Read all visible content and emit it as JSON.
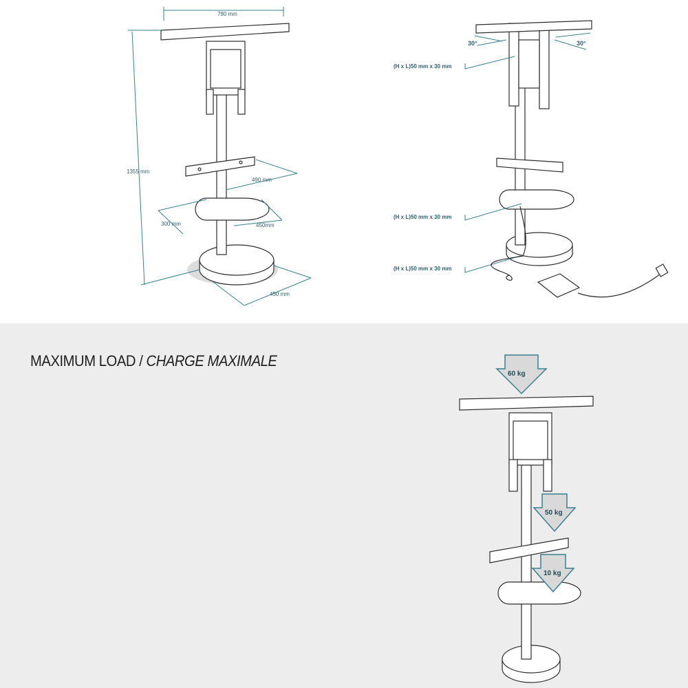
{
  "dimensions": {
    "width": "780 mm",
    "height": "1355 mm",
    "bracket_width": "490 mm",
    "shelf_depth": "300 mm",
    "shelf_width": "450mm",
    "base_width": "450 mm"
  },
  "tilt": {
    "left_angle": "30°",
    "right_angle": "30°"
  },
  "cable_specs": [
    "(H x L)50 mm x 30 mm",
    "(H x L)50 mm x 30 mm",
    "(H x L)50 mm x 30 mm"
  ],
  "load_section": {
    "title_main": "MAXIMUM LOAD",
    "title_separator": " / ",
    "title_italic": "CHARGE MAXIMALE",
    "loads": [
      "60 kg",
      "50 kg",
      "10 kg"
    ]
  },
  "colors": {
    "accent": "#3a7f8c",
    "arrow_fill": "#d9d9d9",
    "panel_bg": "#ededed"
  }
}
